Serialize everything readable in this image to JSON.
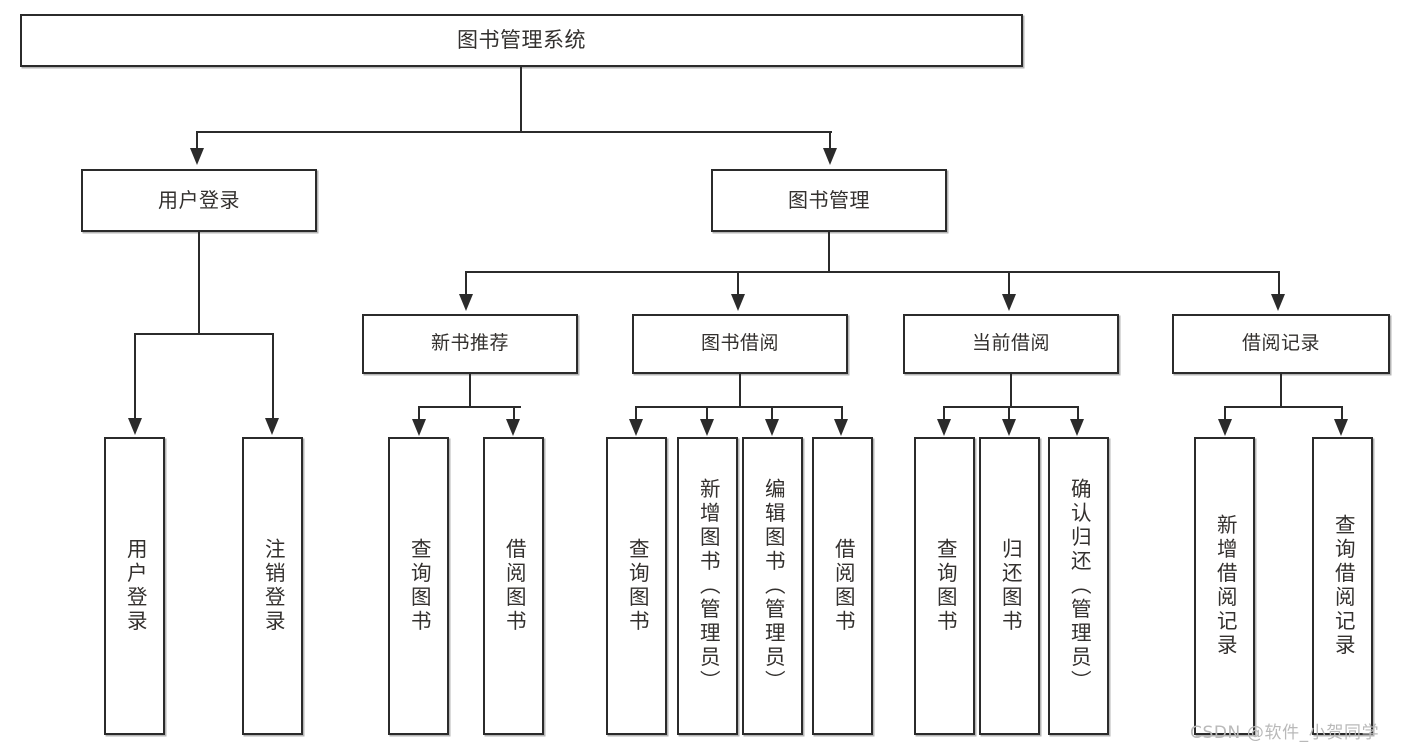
{
  "diagram": {
    "title": "图书管理系统",
    "watermark": "CSDN @软件_小贺同学",
    "colors": {
      "stroke": "#2b2b2b",
      "text": "#33302e",
      "background": "#ffffff",
      "watermark": "#b9b9b9"
    }
  },
  "nodes": {
    "root": {
      "label": "图书管理系统"
    },
    "level2": [
      {
        "label": "用户登录"
      },
      {
        "label": "图书管理"
      }
    ],
    "level3": [
      {
        "label": "新书推荐"
      },
      {
        "label": "图书借阅"
      },
      {
        "label": "当前借阅"
      },
      {
        "label": "借阅记录"
      }
    ],
    "leaves": {
      "user_login": [
        {
          "label": "用户登录"
        },
        {
          "label": "注销登录"
        }
      ],
      "new_book_recommend": [
        {
          "label": "查询图书"
        },
        {
          "label": "借阅图书"
        }
      ],
      "book_borrow": [
        {
          "label": "查询图书"
        },
        {
          "label": "新增图书（管理员）"
        },
        {
          "label": "编辑图书（管理员）"
        },
        {
          "label": "借阅图书"
        }
      ],
      "current_borrow": [
        {
          "label": "查询图书"
        },
        {
          "label": "归还图书"
        },
        {
          "label": "确认归还（管理员）"
        }
      ],
      "borrow_record": [
        {
          "label": "新增借阅记录"
        },
        {
          "label": "查询借阅记录"
        }
      ]
    }
  }
}
